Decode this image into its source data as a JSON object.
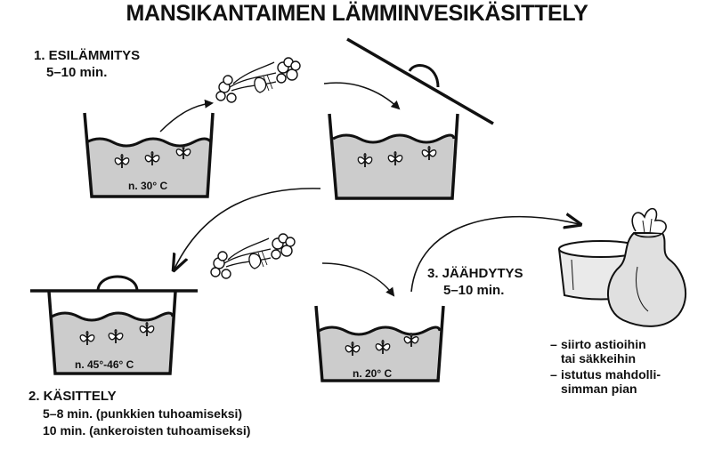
{
  "title": "MANSIKANTAIMEN LÄMMINVESIKÄSITTELY",
  "step1": {
    "label": "1. ESILÄMMITYS",
    "time": "5–10 min.",
    "temp": "n. 30° C"
  },
  "step2": {
    "label": "2. KÄSITTELY",
    "line1": "5–8 min. (punkkien tuhoamiseksi)",
    "line2": "10 min. (ankeroisten tuhoamiseksi)",
    "temp": "n. 45°-46° C"
  },
  "step3": {
    "label": "3. JÄÄHDYTYS",
    "time": "5–10 min.",
    "temp": "n. 20° C"
  },
  "notes": {
    "bullet": "–",
    "item1_line1": "siirto astioihin",
    "item1_line2": "tai säkkeihin",
    "item2_line1": "istutus mahdolli-",
    "item2_line2": "simman pian"
  },
  "colors": {
    "water": "#cccccc",
    "ink": "#111111",
    "bag": "#e0e0e0",
    "pot": "#eaeaea"
  },
  "icons": [
    "tub-icon",
    "lid-icon",
    "plant-bundle-icon",
    "curved-arrow-icon",
    "pot-icon",
    "sack-icon"
  ]
}
